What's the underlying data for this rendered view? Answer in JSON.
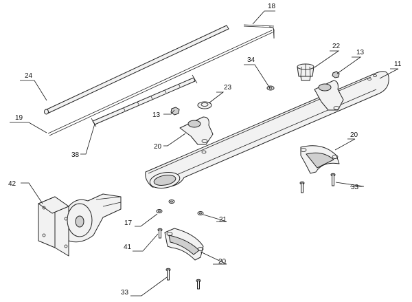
{
  "callouts": {
    "c18": "18",
    "c24": "24",
    "c19": "19",
    "c38": "38",
    "c34": "34",
    "c22": "22",
    "c13a": "13",
    "c11": "11",
    "c23": "23",
    "c13b": "13",
    "c20a": "20",
    "c20b": "20",
    "c33a": "33",
    "c42": "42",
    "c17": "17",
    "c21": "21",
    "c41": "41",
    "c20c": "20",
    "c33b": "33"
  }
}
